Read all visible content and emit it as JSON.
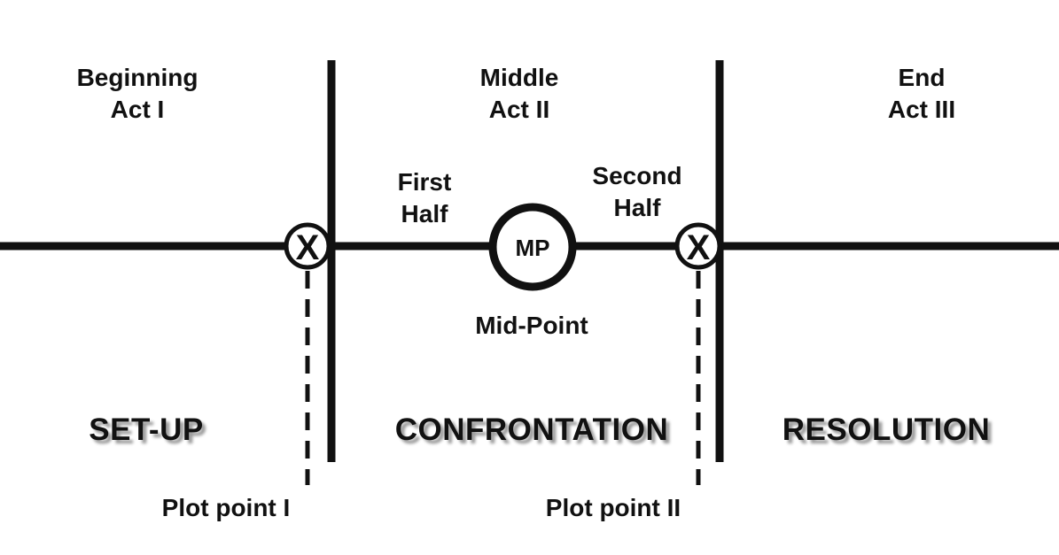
{
  "acts": [
    {
      "line1": "Beginning",
      "line2": "Act I"
    },
    {
      "line1": "Middle",
      "line2": "Act II"
    },
    {
      "line1": "End",
      "line2": "Act III"
    }
  ],
  "halves": [
    {
      "line1": "First",
      "line2": "Half"
    },
    {
      "line1": "Second",
      "line2": "Half"
    }
  ],
  "midpoint": {
    "symbol": "MP",
    "label": "Mid-Point"
  },
  "plot_points": [
    {
      "symbol": "X",
      "label": "Plot point I"
    },
    {
      "symbol": "X",
      "label": "Plot point II"
    }
  ],
  "phases": [
    "SET-UP",
    "CONFRONTATION",
    "RESOLUTION"
  ],
  "colors": {
    "ink": "#111111",
    "background": "#ffffff",
    "shadow": "#9a9a9a"
  }
}
